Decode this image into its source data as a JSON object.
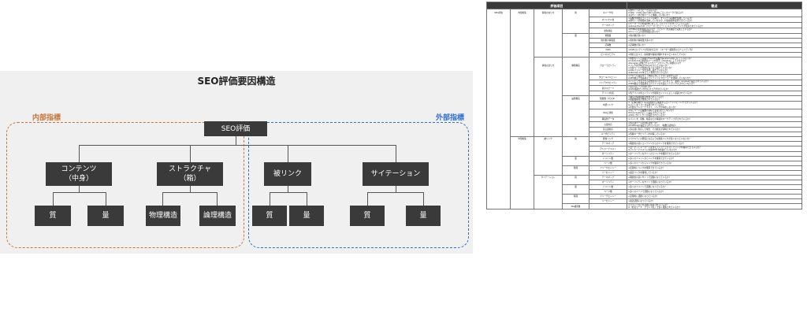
{
  "diagram": {
    "title": "SEO評価要因構造",
    "root": "SEO評価",
    "groups": {
      "internal_label": "内部指標",
      "external_label": "外部指標",
      "internal_color": "#c8763a",
      "external_color": "#2f6fd1"
    },
    "mid": [
      "コンテンツ\n（中身）",
      "ストラクチャ\n（箱）",
      "被リンク",
      "サイテーション"
    ],
    "leaves": [
      "質",
      "量",
      "物理構造",
      "論理構造",
      "質",
      "量",
      "質",
      "量"
    ]
  },
  "table": {
    "headers": [
      "評価項目",
      "",
      "",
      "観点"
    ],
    "cols": [
      [
        "SEO評価",
        "内部施策",
        "情報の在り方",
        "質",
        "ユニーク性",
        "①他サイトのコピーではないか？\n②Title・meta descriptionがURLごとにユニークであるか？\n③自サイト内で他ページと重複していないか？"
      ],
      [
        "",
        "",
        "",
        "",
        "オリジナル性",
        "①画像が重要なコンテンツの場合、オリジナル画像を使用しているか？\n②他サイトの情報を流用していないか、付加価値を提供できているか？"
      ],
      [
        "",
        "",
        "",
        "",
        "テーママッチ",
        "①キーワードの対策KWに対して、コンテンツがマッチしているか？\n②Above the fold（ファーストビュー）にメインコンテンツが表示されているか？"
      ],
      [
        "",
        "",
        "",
        "",
        "更新頻度",
        "①HTMLの更新頻度は高いか？（リライトを高頻度で実施しているか）\n②キャッシュの更新頻度は高いか？"
      ],
      [
        "",
        "",
        "",
        "量",
        "質数量",
        "①質の数が多いか？"
      ],
      [
        "",
        "",
        "",
        "",
        "質対象の情報量",
        "①質対象の情報量が多いか？"
      ],
      [
        "",
        "",
        "",
        "",
        "記事数",
        "①記事数が多いか？"
      ],
      [
        "",
        "",
        "",
        "",
        "CGM",
        "①CGMコンテンツが存在するか？（ユーザー投稿型のコミュニティ等）"
      ],
      [
        "",
        "",
        "",
        "",
        "ビジネスモデル",
        "①他社と比べて、商材数や情報が優れやすいビジネスモデルか？"
      ],
      [
        "",
        "",
        "情報の送り方",
        "物理構造",
        "クローラビリティ",
        "①重要なリンク導線がFlashや画像やJavaScript等になっていないか？\n②robots.txtで重要なページを拒否（disallow）していないか？\n③Googleに評価させるべきページがリンクに問題ないか？\n④リンク先がNot Foundになっていないか？\n⑤主要ページが階層が深くなり過ぎていないか？\n⑥URLパラメータを多用し過ぎていないか？\n⑦sitemap.xmlを正しく利用できているか？"
      ],
      [
        "",
        "",
        "",
        "",
        "クロールバジェット",
        "①クロール量がサイト規模に対して十分に存在するか？\n②SEO観点で低品質なコンテンツにクローラーを誘導していないか？"
      ],
      [
        "",
        "",
        "",
        "",
        "インデクサビリティ",
        "①インデックスさせる必要のないページに対して、適切にnoindexが設定されているか？\n②SEO観点で低品質なコンテンツが大量にインデックスされていないか？"
      ],
      [
        "",
        "",
        "",
        "",
        "表示スピード",
        "①表示スピードが早いか？\n②CWV指標でいずれもスコアが出ているか？"
      ],
      [
        "",
        "",
        "",
        "",
        "デバイス対応",
        "①各デバイス用コンテンツが検索エンジンに正しく認識されているか？"
      ],
      [
        "",
        "",
        "",
        "論理構造",
        "階層数（マスタ）",
        "①種々の情報階層が整理されているか？\n②階層数順位が整理されているか？"
      ],
      [
        "",
        "",
        "",
        "",
        "内部リンク",
        "①（記事の場合）body内部から関連するコンテンツにリンクできているか？\n②パンくずリストが設置されているか？\n③不要なアンカーテキスト、リンクが存在しないか？"
      ],
      [
        "",
        "",
        "",
        "",
        "URL正規化",
        "①同じページが複数のURLで表現されていないか？\n②Canonicalが正しく設定されているか？\n③301リダイレクトが設定されているか？"
      ],
      [
        "",
        "",
        "",
        "",
        "構造化データ",
        "①パンくず、画像、動画などの構造化マークアップがされているか？"
      ],
      [
        "",
        "",
        "",
        "",
        "言語対応",
        "①各言語ページのURLは単一か？\n②hreflangの設定がされているか？（複数言語対応）"
      ],
      [
        "",
        "",
        "",
        "",
        "多言語対応",
        "①多言語に対応した場合、その観点が評価されているか？"
      ],
      [
        "",
        "",
        "",
        "",
        "ユーザビリティ",
        "①各種ユーザビリティを担保しているか？"
      ],
      [
        "",
        "外部施策",
        "被リンク",
        "質",
        "悪質リンク",
        "①ペナルティの原因となるような悪質リンクが多くなっていないか？"
      ],
      [
        "",
        "",
        "",
        "",
        "テーママッチ",
        "①関連性の高いコンテンツからのリンクを獲得できているか？"
      ],
      [
        "",
        "",
        "",
        "",
        "アンカーテキスト",
        "①ターゲットキーワードを含むアンカーテキストでリンクを獲得できているか？\n②アンカーテキストに対策KWを含め過ぎていないか？"
      ],
      [
        "",
        "",
        "",
        "",
        "オーソリティ",
        "①オーソリティなサイトからリンクを獲得できているか？"
      ],
      [
        "",
        "",
        "",
        "量",
        "ドメイン数",
        "①多くのドメインからリンクを獲得できているか？"
      ],
      [
        "",
        "",
        "",
        "",
        "ページ数",
        "①多くのページからリンクを獲得できているか？"
      ],
      [
        "",
        "",
        "",
        "時間",
        "フリークエンシー",
        "①定期的にリンクを獲得できているか？"
      ],
      [
        "",
        "",
        "",
        "",
        "リーセンシー",
        "①最近リンクを獲得しているか？"
      ],
      [
        "",
        "",
        "サイテーション",
        "質",
        "テーママッチ",
        "①関連性の高いサイトで話題になっているか？"
      ],
      [
        "",
        "",
        "",
        "",
        "オーソリティ",
        "①オーソリティなサイトで話題になっているか？"
      ],
      [
        "",
        "",
        "",
        "量",
        "ドメイン数",
        "①多くのドメインで話題になっているか？"
      ],
      [
        "",
        "",
        "",
        "",
        "ページ数",
        "①多くのページで話題になっているか？"
      ],
      [
        "",
        "",
        "",
        "時間",
        "フリークエンシー",
        "①定期的に話題になっているか？"
      ],
      [
        "",
        "",
        "",
        "",
        "リーセンシー",
        "①最近話題になっているか？"
      ],
      [
        "",
        "",
        "",
        "NG検索数",
        "",
        "①ブランドなどを話題に検索されているか？\n②「社名ワード　ブランド名」で多く検索されているか？"
      ]
    ]
  }
}
